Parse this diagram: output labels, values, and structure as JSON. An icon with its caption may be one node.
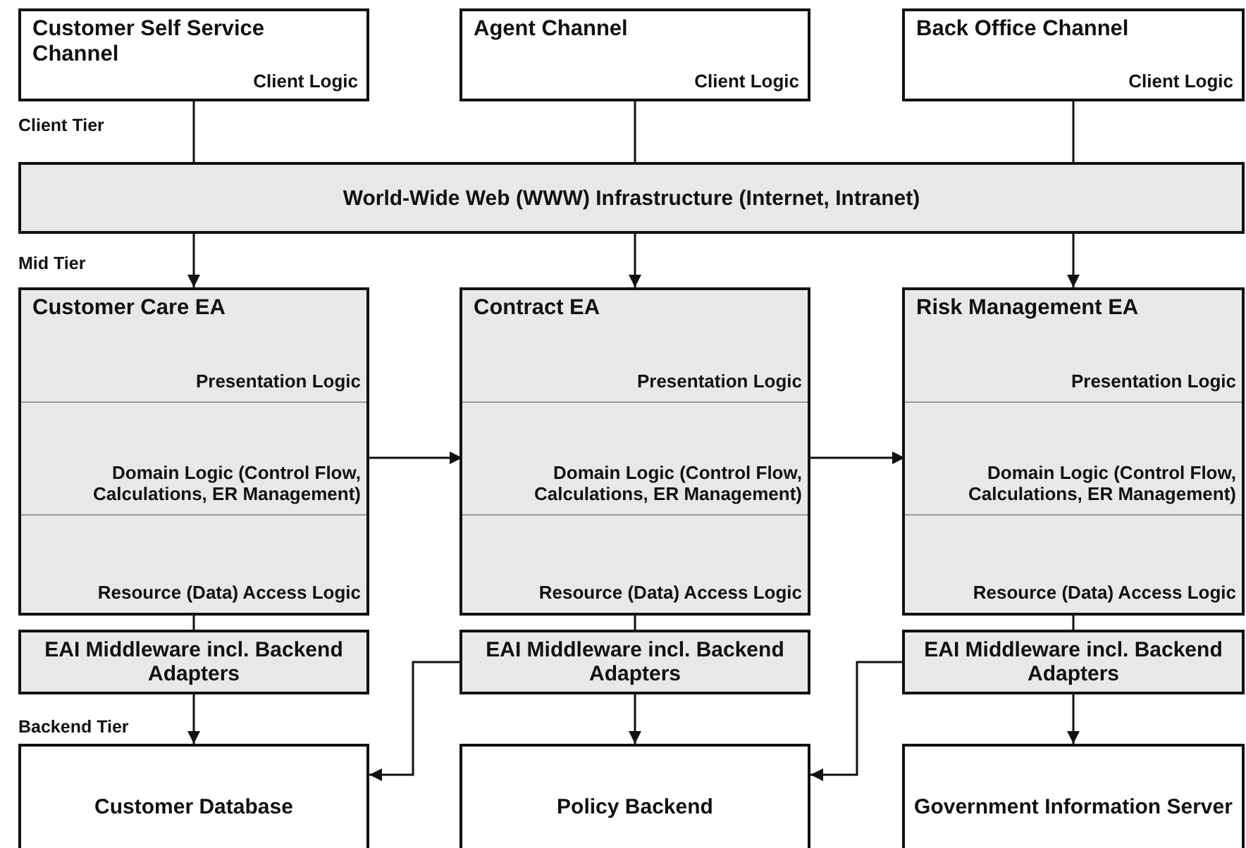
{
  "diagram": {
    "nodes": [
      {
        "text": [
          "Customer Self Service Channel",
          "Client Logic"
        ]
      },
      {
        "text": [
          "Agent Channel",
          "Client Logic"
        ]
      },
      {
        "text": [
          "Back Office Channel",
          "Client Logic"
        ]
      },
      {
        "text": [
          "World-Wide Web (WWW) Infrastructure (Internet, Intranet)"
        ]
      },
      {
        "text": [
          "Customer Care EA"
        ]
      },
      {
        "text": [
          "Presentation Logic"
        ],
        "in": 4
      },
      {
        "text": [
          "Domain Logic (Control Flow, Calculations, ER Management)"
        ],
        "in": 4
      },
      {
        "text": [
          "Resource (Data) Access Logic"
        ],
        "in": 4
      },
      {
        "text": [
          "Contract EA"
        ]
      },
      {
        "text": [
          "Presentation Logic"
        ],
        "in": 8
      },
      {
        "text": [
          "Domain Logic (Control Flow, Calculations, ER Management)"
        ],
        "in": 8
      },
      {
        "text": [
          "Resource (Data) Access Logic"
        ],
        "in": 8
      },
      {
        "text": [
          "Risk Management EA"
        ]
      },
      {
        "text": [
          "Presentation Logic"
        ],
        "in": 12
      },
      {
        "text": [
          "Domain Logic (Control Flow, Calculations, ER Management)"
        ],
        "in": 12
      },
      {
        "text": [
          "Resource (Data) Access Logic"
        ],
        "in": 12
      },
      {
        "text": [
          "EAI Middleware incl. Backend Adapters"
        ]
      },
      {
        "text": [
          "EAI Middleware incl. Backend Adapters"
        ]
      },
      {
        "text": [
          "EAI Middleware incl. Backend Adapters"
        ]
      },
      {
        "text": [
          "Customer Database"
        ]
      },
      {
        "text": [
          "Policy Backend"
        ]
      },
      {
        "text": [
          "Government Information Server"
        ]
      }
    ],
    "edges": [
      {
        "from": 0,
        "to": 3,
        "arrow": "none"
      },
      {
        "from": 1,
        "to": 3,
        "arrow": "none"
      },
      {
        "from": 2,
        "to": 3,
        "arrow": "none"
      },
      {
        "from": 3,
        "to": 4,
        "arrow": "to"
      },
      {
        "from": 3,
        "to": 8,
        "arrow": "to"
      },
      {
        "from": 3,
        "to": 12,
        "arrow": "to"
      },
      {
        "from": 6,
        "to": 10,
        "arrow": "to"
      },
      {
        "from": 10,
        "to": 14,
        "arrow": "to"
      },
      {
        "from": 7,
        "to": 16,
        "arrow": "none"
      },
      {
        "from": 11,
        "to": 17,
        "arrow": "none"
      },
      {
        "from": 15,
        "to": 18,
        "arrow": "none"
      },
      {
        "from": 16,
        "to": 19,
        "arrow": "to"
      },
      {
        "from": 17,
        "to": 20,
        "arrow": "to"
      },
      {
        "from": 18,
        "to": 21,
        "arrow": "to"
      },
      {
        "from": 17,
        "to": 19,
        "arrow": "to"
      },
      {
        "from": 18,
        "to": 20,
        "arrow": "to"
      }
    ],
    "labels": [
      "Client Tier",
      "Mid Tier",
      "Backend Tier"
    ]
  }
}
